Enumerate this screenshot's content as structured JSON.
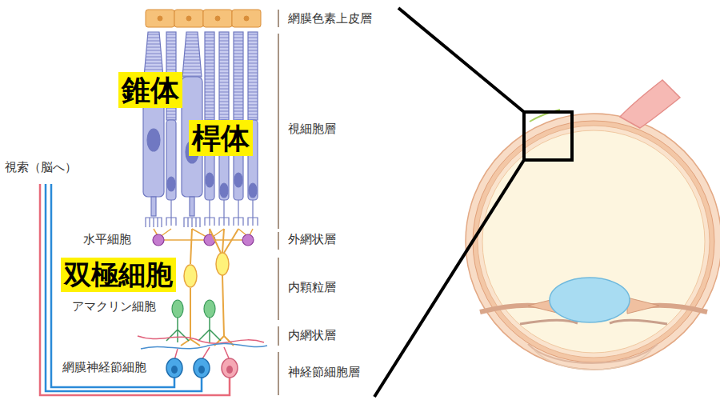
{
  "diagram": {
    "nodes": [
      {
        "text": [
          "錐体"
        ]
      },
      {
        "text": [
          "桿体"
        ]
      },
      {
        "text": [
          "双極細胞"
        ]
      }
    ],
    "labels": [
      "網膜色素上皮層",
      "視細胞層",
      "外網状層",
      "内顆粒層",
      "内網状層",
      "神経節細胞層",
      "視索（脳へ）",
      "水平細胞",
      "アマクリン細胞",
      "網膜神経節細胞"
    ]
  }
}
